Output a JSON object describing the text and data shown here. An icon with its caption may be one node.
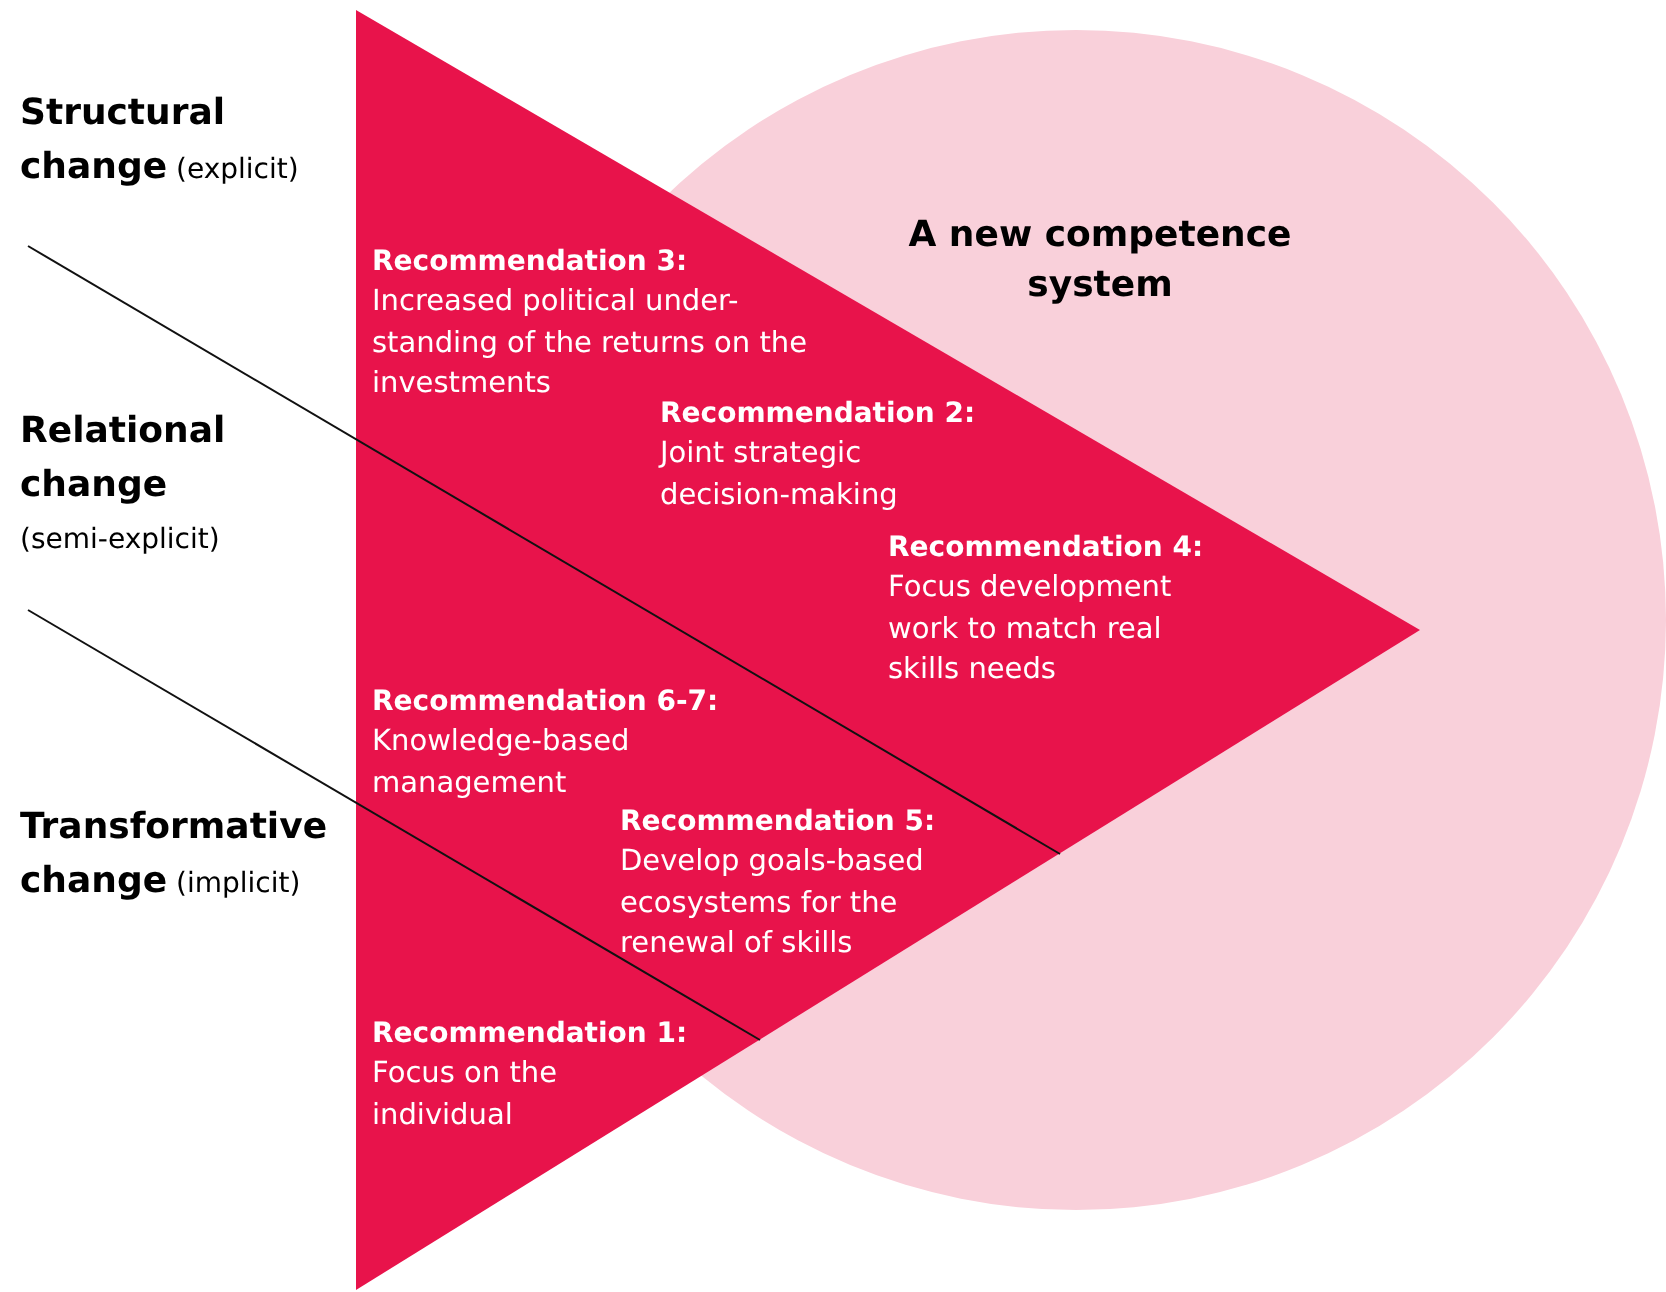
{
  "diagram": {
    "nodes": [
      {
        "text": [
          "A new competence system"
        ]
      },
      {
        "text": [],
        "shape": "triangle"
      },
      {
        "text": [
          "Recommendation 3:",
          "Increased political under-standing of the returns on the investments"
        ],
        "in": 1
      },
      {
        "text": [
          "Recommendation 2:",
          "Joint strategic decision-making"
        ],
        "in": 1
      },
      {
        "text": [
          "Recommendation 4:",
          "Focus development work to match real skills needs"
        ],
        "in": 1
      },
      {
        "text": [
          "Recommendation 6-7:",
          "Knowledge-based management"
        ],
        "in": 1
      },
      {
        "text": [
          "Recommendation 5:",
          "Develop goals-based ecosystems for the renewal of skills"
        ],
        "in": 1
      },
      {
        "text": [
          "Recommendation 1:",
          "Focus on the individual"
        ],
        "in": 1
      }
    ],
    "edges": [],
    "labels": [
      "**Structural change** (explicit)",
      "**Relational change** (semi-explicit)",
      "**Transformative change** (implicit)"
    ]
  }
}
